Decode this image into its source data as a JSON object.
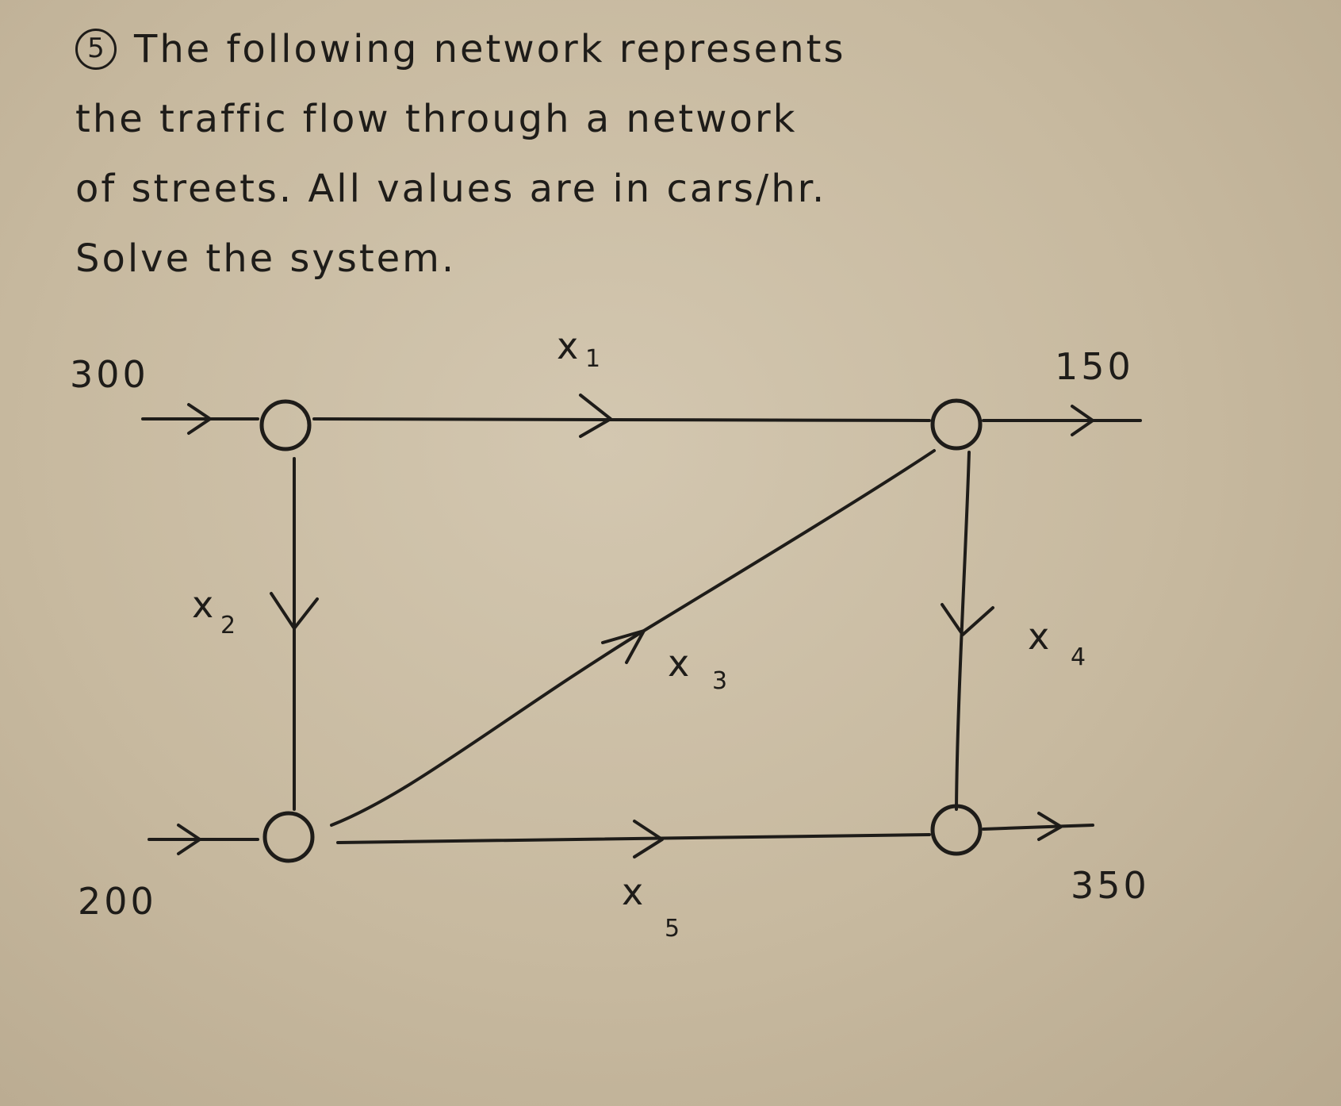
{
  "problem": {
    "number": "5",
    "lines": [
      "The following network represents",
      "the traffic flow through a network",
      "of streets. All values are in cars/hr.",
      "Solve the system."
    ]
  },
  "diagram": {
    "inputs": {
      "top_left": "300",
      "bottom_left": "200"
    },
    "outputs": {
      "top_right": "150",
      "bottom_right": "350"
    },
    "edges": {
      "x1": {
        "var": "x",
        "sub": "1"
      },
      "x2": {
        "var": "x",
        "sub": "2"
      },
      "x3": {
        "var": "x",
        "sub": "3"
      },
      "x4": {
        "var": "x",
        "sub": "4"
      },
      "x5": {
        "var": "x",
        "sub": "5"
      }
    },
    "ink_color": "#1e1c19",
    "paper_color": "#c9bca4"
  }
}
